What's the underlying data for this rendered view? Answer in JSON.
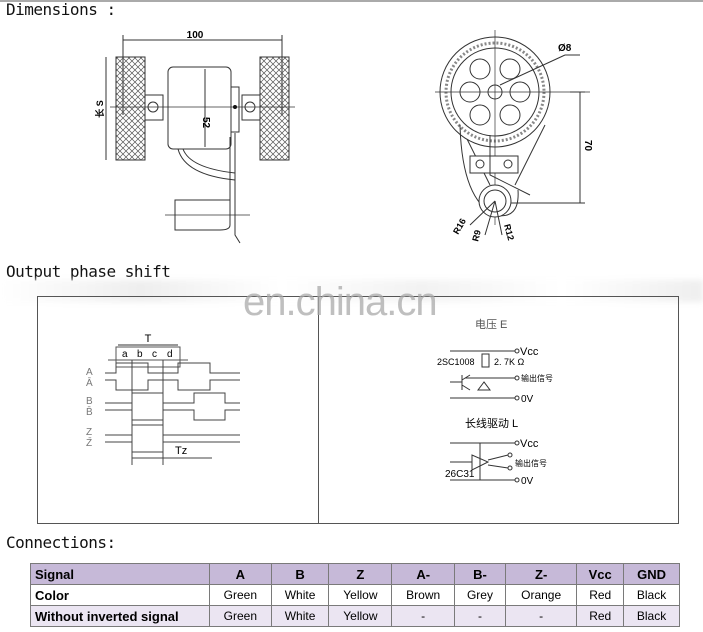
{
  "sections": {
    "dimensions": "Dimensions :",
    "output_phase_shift": "Output phase shift",
    "connections": "Connections:"
  },
  "watermark": "en.china.cn",
  "drawing_labels": {
    "width": "100",
    "height": "52",
    "circumference": "长 S",
    "diameter": "Ø8",
    "distance": "70",
    "r16": "R16",
    "r9": "R9",
    "r12": "R12"
  },
  "phase_diagram": {
    "period": "T",
    "segments": [
      "a",
      "b",
      "c",
      "d"
    ],
    "signals": [
      "A",
      "Ā",
      "B",
      "B̄",
      "Z",
      "Z̄"
    ],
    "tz": "Tz"
  },
  "circuits": {
    "voltage_title": "电压 E",
    "transistor": "2SC1008",
    "resistor": "2. 7K Ω",
    "vcc": "Vcc",
    "output_signal": "输出信号",
    "zero_v": "0V",
    "line_driver_title": "长线驱动 L",
    "driver_chip": "26C31"
  },
  "connections_table": {
    "headers": [
      "Signal",
      "A",
      "B",
      "Z",
      "A-",
      "B-",
      "Z-",
      "Vcc",
      "GND"
    ],
    "rows": [
      [
        "Color",
        "Green",
        "White",
        "Yellow",
        "Brown",
        "Grey",
        "Orange",
        "Red",
        "Black"
      ],
      [
        "Without inverted signal",
        "Green",
        "White",
        "Yellow",
        "-",
        "-",
        "-",
        "Red",
        "Black"
      ]
    ]
  }
}
